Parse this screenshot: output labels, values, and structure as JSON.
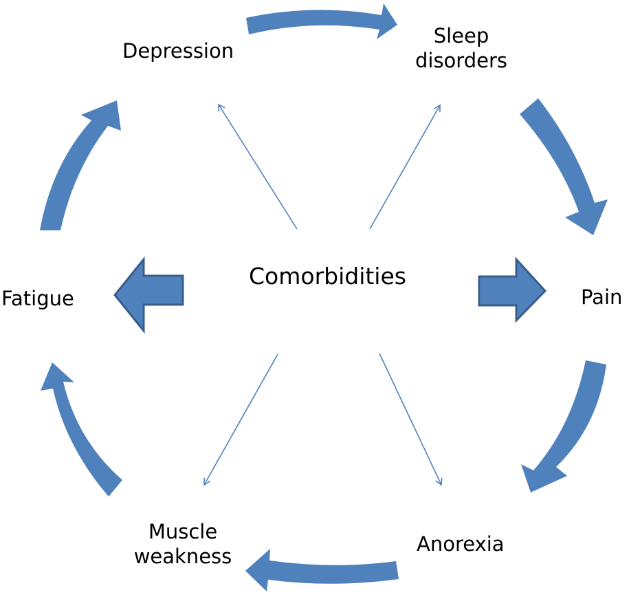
{
  "colors": {
    "arrow_fill": "#4F81BD",
    "arrow_stroke": "#385D8A",
    "thin_arrow": "#4F81BD",
    "text": "#000000",
    "background": "#FFFFFF"
  },
  "center": {
    "label": "Comorbidities"
  },
  "nodes": {
    "depression": {
      "label": "Depression"
    },
    "sleep": {
      "line1": "Sleep",
      "line2": "disorders"
    },
    "pain": {
      "label": "Pain"
    },
    "anorexia": {
      "label": "Anorexia"
    },
    "muscle": {
      "line1": "Muscle",
      "line2": "weakness"
    },
    "fatigue": {
      "label": "Fatigue"
    }
  },
  "cycle": [
    "Depression",
    "Sleep disorders",
    "Pain",
    "Anorexia",
    "Muscle weakness",
    "Fatigue"
  ]
}
